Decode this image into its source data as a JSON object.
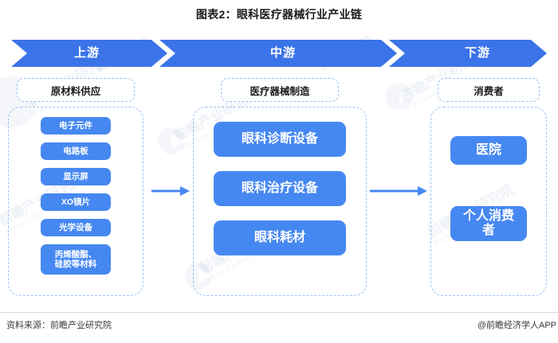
{
  "title": "图表2：眼科医疗器械行业产业链",
  "banner": {
    "segments": [
      {
        "label": "上游"
      },
      {
        "label": "中游"
      },
      {
        "label": "下游"
      }
    ],
    "color": "#3b74e8",
    "notch_color": "#ffffff"
  },
  "columns": [
    {
      "id": "upstream",
      "header": "原材料供应",
      "items": [
        {
          "label": "电子元件"
        },
        {
          "label": "电路板"
        },
        {
          "label": "显示屏"
        },
        {
          "label": "XO镜片"
        },
        {
          "label": "光学设备"
        },
        {
          "label": "丙烯酸酯、\n硅胶等材料"
        }
      ]
    },
    {
      "id": "midstream",
      "header": "医疗器械制造",
      "items": [
        {
          "label": "眼科诊断设备"
        },
        {
          "label": "眼科治疗设备"
        },
        {
          "label": "眼科耗材"
        }
      ]
    },
    {
      "id": "downstream",
      "header": "消费者",
      "items": [
        {
          "label": "医院"
        },
        {
          "label": "个人消费\n者"
        }
      ]
    }
  ],
  "connectors": [
    {
      "name": "upstream-to-midstream-arrow"
    },
    {
      "name": "midstream-to-downstream-arrow"
    }
  ],
  "footer": {
    "source": "资料来源：前瞻产业研究院",
    "brand": "@前瞻经济学人APP"
  },
  "colors": {
    "banner_blue": "#3b74e8",
    "pill_blue": "#4688f1",
    "dashed_border": "#9dc0f0",
    "arrow_blue": "#4688f1"
  },
  "watermarks": [
    {
      "text": "前瞻产业研究院",
      "sub": "中国产业咨询领跑者(股票代码 300803)"
    }
  ]
}
